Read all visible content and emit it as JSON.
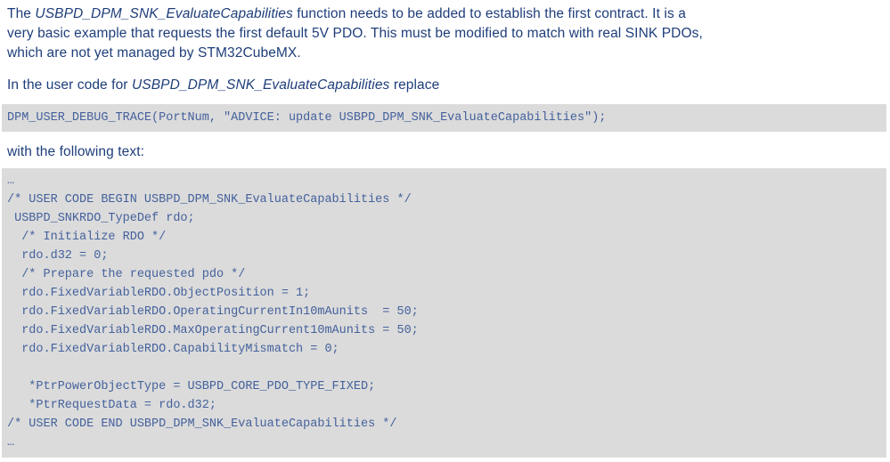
{
  "colors": {
    "page_bg": "#ffffff",
    "body_text": "#1e3e7a",
    "code_text": "#44619c",
    "code_bg": "#dbdbdb"
  },
  "content": {
    "intro_paragraph": {
      "lines": [
        {
          "runs": [
            {
              "text": "The ",
              "style": "normal"
            },
            {
              "text": "USBPD_DPM_SNK_EvaluateCapabilities",
              "style": "italic"
            },
            {
              "text": " function needs to be added to establish the first contract. It is a",
              "style": "normal"
            }
          ]
        },
        {
          "runs": [
            {
              "text": "very basic example that requests the first default 5V PDO. This must be modified to match with real SINK PDOs,",
              "style": "normal"
            }
          ]
        },
        {
          "runs": [
            {
              "text": "which are not yet managed by STM32CubeMX.",
              "style": "normal"
            }
          ]
        }
      ]
    },
    "replace_paragraph": {
      "lines": [
        {
          "runs": [
            {
              "text": "In the user code for ",
              "style": "normal"
            },
            {
              "text": "USBPD_DPM_SNK_EvaluateCapabilities",
              "style": "italic"
            },
            {
              "text": " replace",
              "style": "normal"
            }
          ]
        }
      ]
    },
    "replace_code": {
      "lines": [
        "DPM_USER_DEBUG_TRACE(PortNum, \"ADVICE: update USBPD_DPM_SNK_EvaluateCapabilities\");"
      ]
    },
    "with_text_paragraph": {
      "lines": [
        {
          "runs": [
            {
              "text": "with the following text:",
              "style": "normal"
            }
          ]
        }
      ]
    },
    "new_code": {
      "lines": [
        "…",
        "/* USER CODE BEGIN USBPD_DPM_SNK_EvaluateCapabilities */",
        " USBPD_SNKRDO_TypeDef rdo;",
        "  /* Initialize RDO */",
        "  rdo.d32 = 0;",
        "  /* Prepare the requested pdo */",
        "  rdo.FixedVariableRDO.ObjectPosition = 1;",
        "  rdo.FixedVariableRDO.OperatingCurrentIn10mAunits  = 50;",
        "  rdo.FixedVariableRDO.MaxOperatingCurrent10mAunits = 50;",
        "  rdo.FixedVariableRDO.CapabilityMismatch = 0;",
        "",
        "   *PtrPowerObjectType = USBPD_CORE_PDO_TYPE_FIXED;",
        "   *PtrRequestData = rdo.d32;",
        "/* USER CODE END USBPD_DPM_SNK_EvaluateCapabilities */",
        "…"
      ]
    }
  }
}
